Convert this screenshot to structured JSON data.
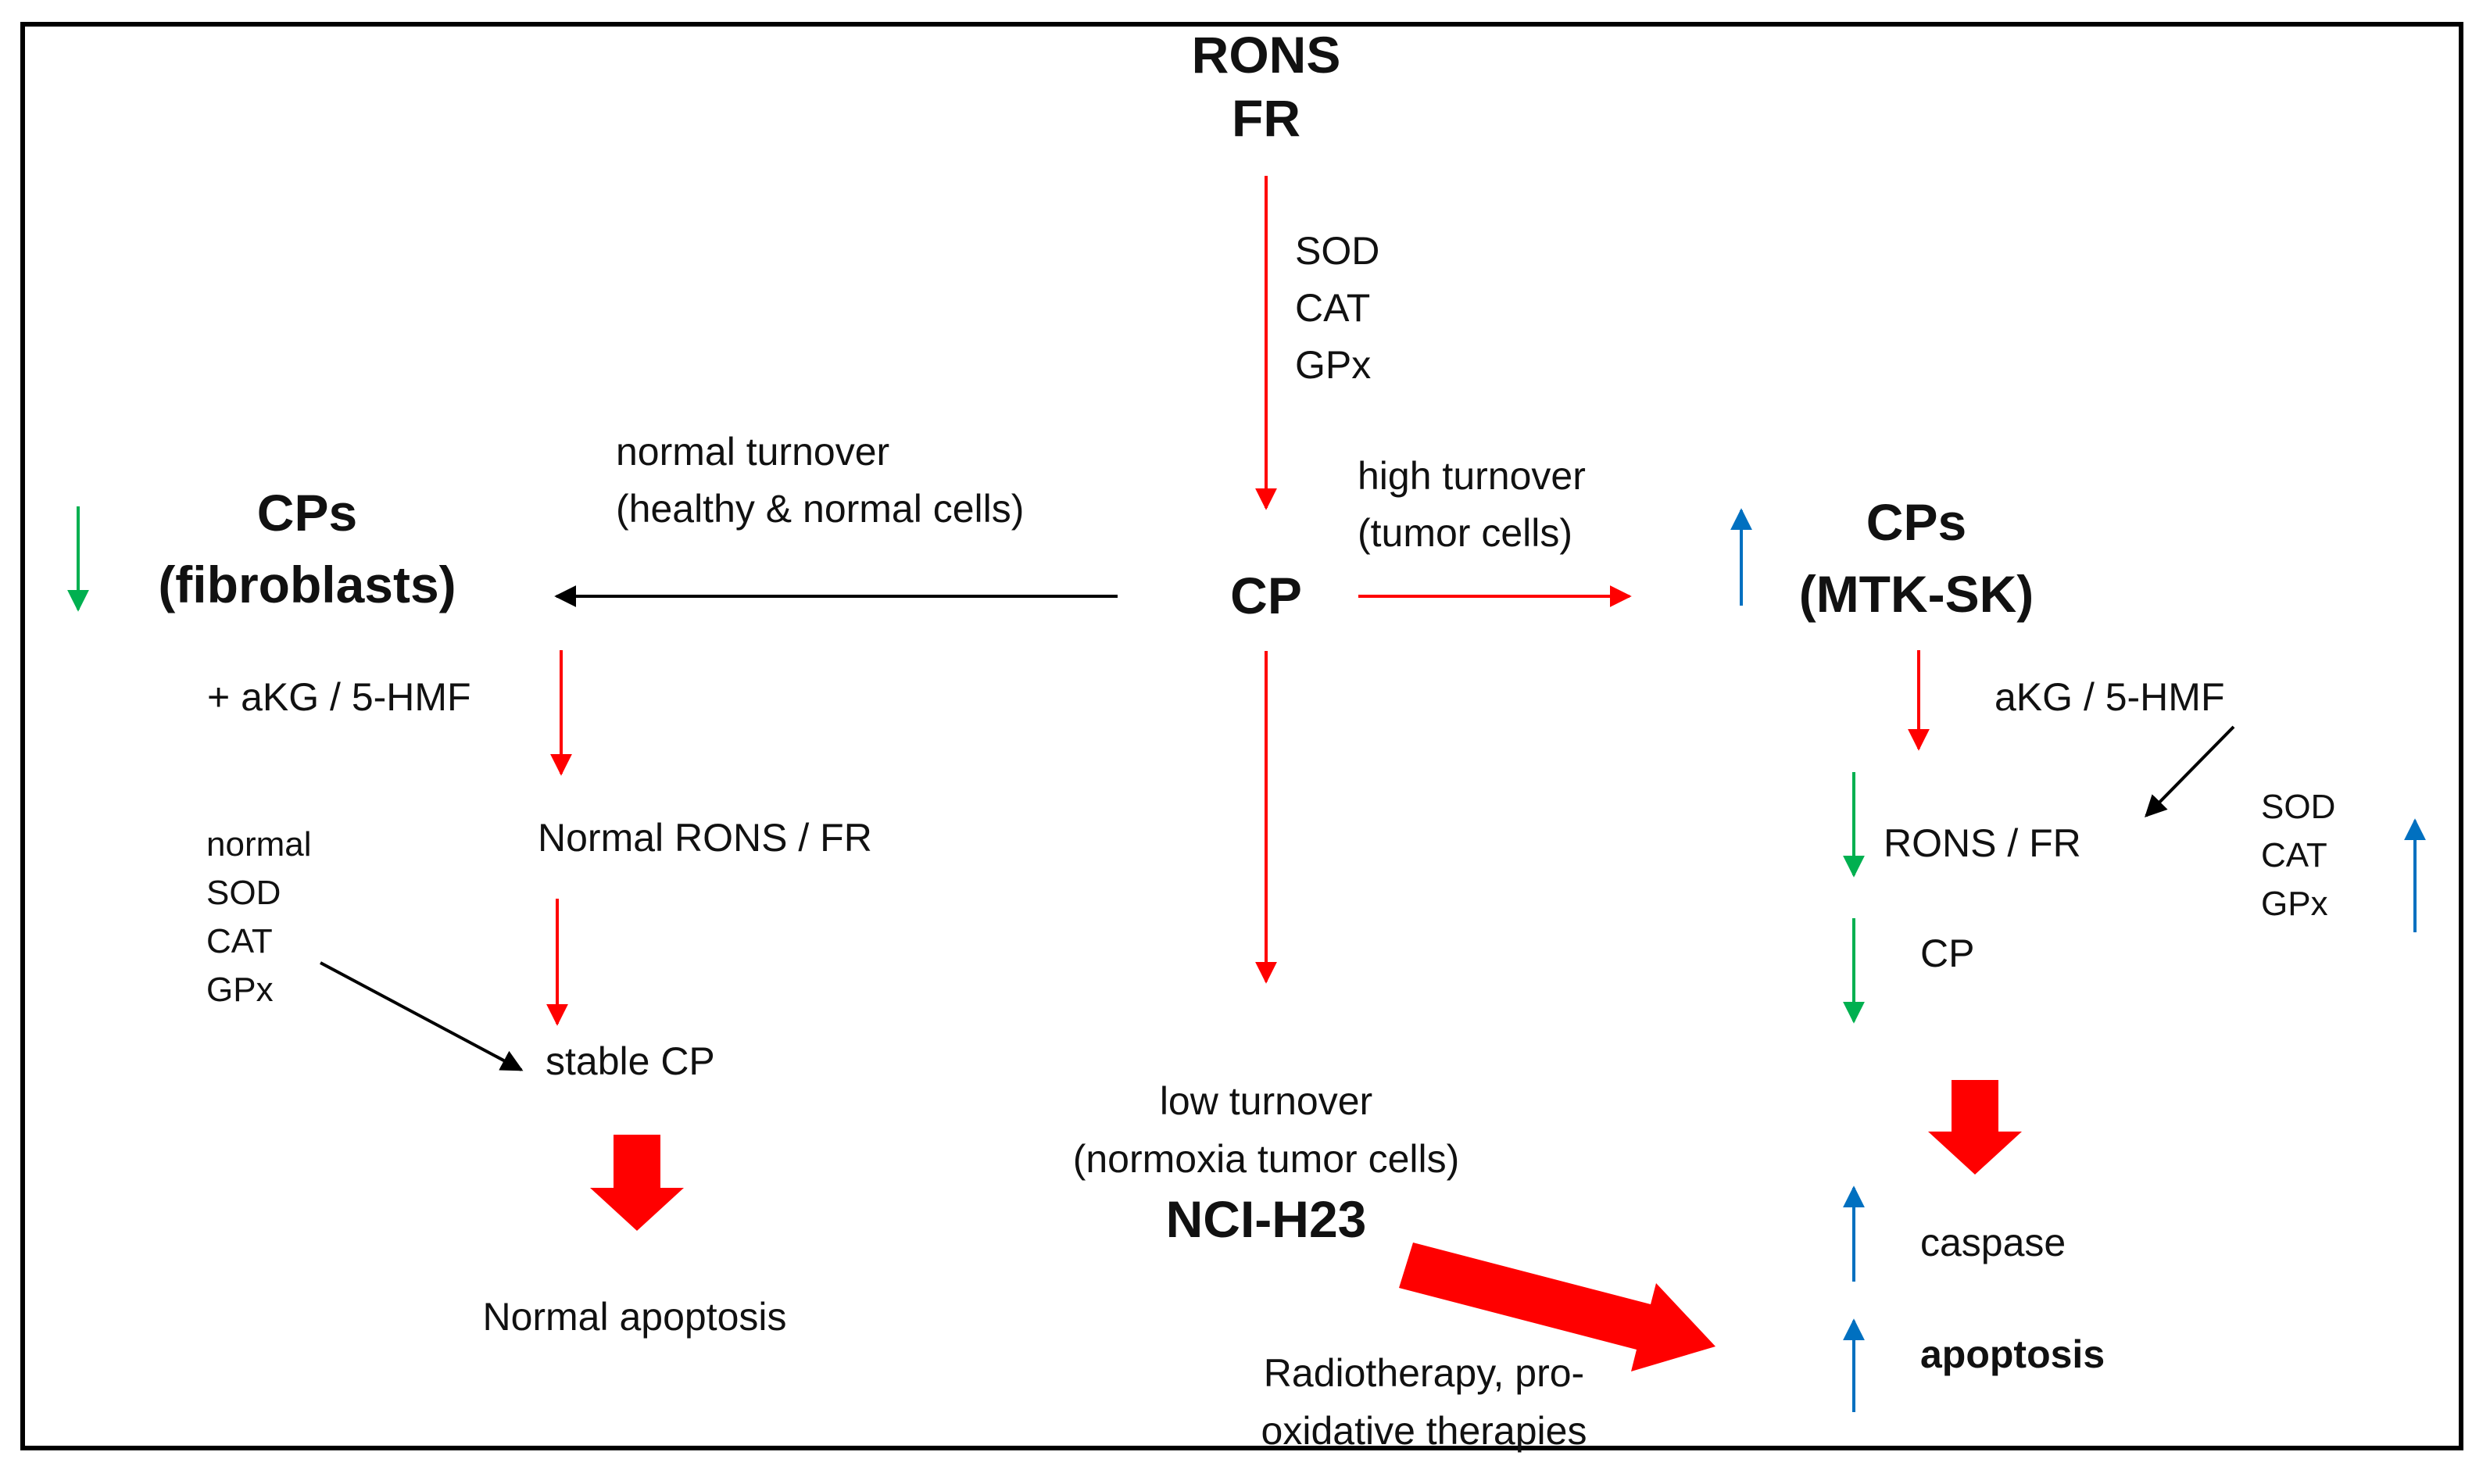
{
  "colors": {
    "red": "#FF0000",
    "green": "#00B050",
    "blue": "#0070C0",
    "black": "#000000"
  },
  "top": {
    "line1": "RONS",
    "line2": "FR"
  },
  "enzymes_top": [
    "SOD",
    "CAT",
    "GPx"
  ],
  "center": {
    "label": "CP",
    "left_branch": [
      "normal turnover",
      "(healthy & normal cells)"
    ],
    "right_branch": [
      "high turnover",
      "(tumor cells)"
    ],
    "bottom_branch": [
      "low turnover",
      "(normoxia tumor cells)"
    ],
    "cell_line": "NCI-H23",
    "therapy": [
      "Radiotherapy, pro-",
      "oxidative therapies"
    ]
  },
  "left": {
    "title": [
      "CPs",
      "(fibroblasts)"
    ],
    "additive": "+ aKG / 5-HMF",
    "rons": "Normal RONS / FR",
    "enzymes": [
      "normal",
      "SOD",
      "CAT",
      "GPx"
    ],
    "stable": "stable CP",
    "outcome": "Normal apoptosis"
  },
  "right": {
    "title": [
      "CPs",
      "(MTK-SK)"
    ],
    "additive": "aKG / 5-HMF",
    "rons": "RONS / FR",
    "cp": "CP",
    "enzymes": [
      "SOD",
      "CAT",
      "GPx"
    ],
    "caspase": "caspase",
    "apoptosis": "apoptosis"
  }
}
